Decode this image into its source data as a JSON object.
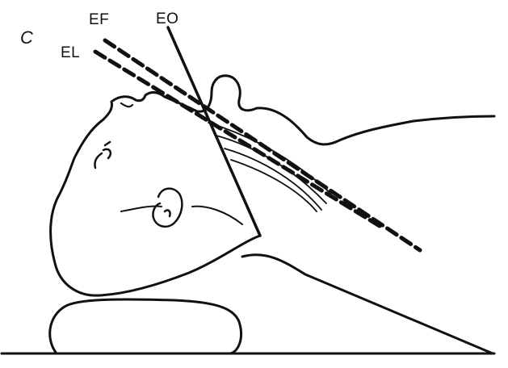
{
  "panel_label": "C",
  "line_labels": {
    "ef": "EF",
    "el": "EL",
    "eo": "EO"
  },
  "colors": {
    "ink": "#111111",
    "background": "#ffffff"
  },
  "line_styles": {
    "EF": "dashed",
    "EL": "dashed",
    "EO": "solid"
  }
}
